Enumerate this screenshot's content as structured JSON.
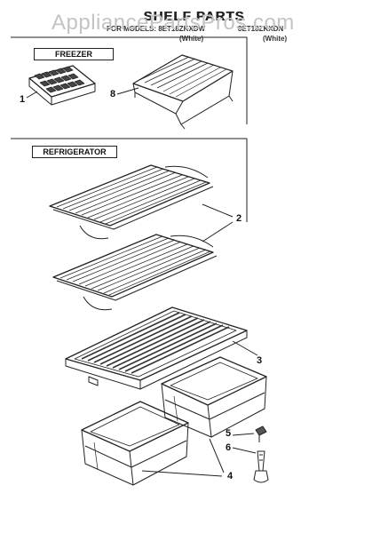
{
  "watermark": "AppliancePartsPros.com",
  "title": "SHELF PARTS",
  "subtitle": {
    "left": "FOR MODELS: 8ET18ZKXDW",
    "right": "8ET18ZKXDN",
    "paren_left": "(White)",
    "paren_right": "(White)"
  },
  "sections": {
    "freezer": "FREEZER",
    "refrigerator": "REFRIGERATOR"
  },
  "callouts": {
    "c1": "1",
    "c8": "8",
    "c2": "2",
    "c3": "3",
    "c4": "4",
    "c5": "5",
    "c6": "6"
  },
  "colors": {
    "line": "#222222",
    "watermark": "#c4c4c4"
  }
}
